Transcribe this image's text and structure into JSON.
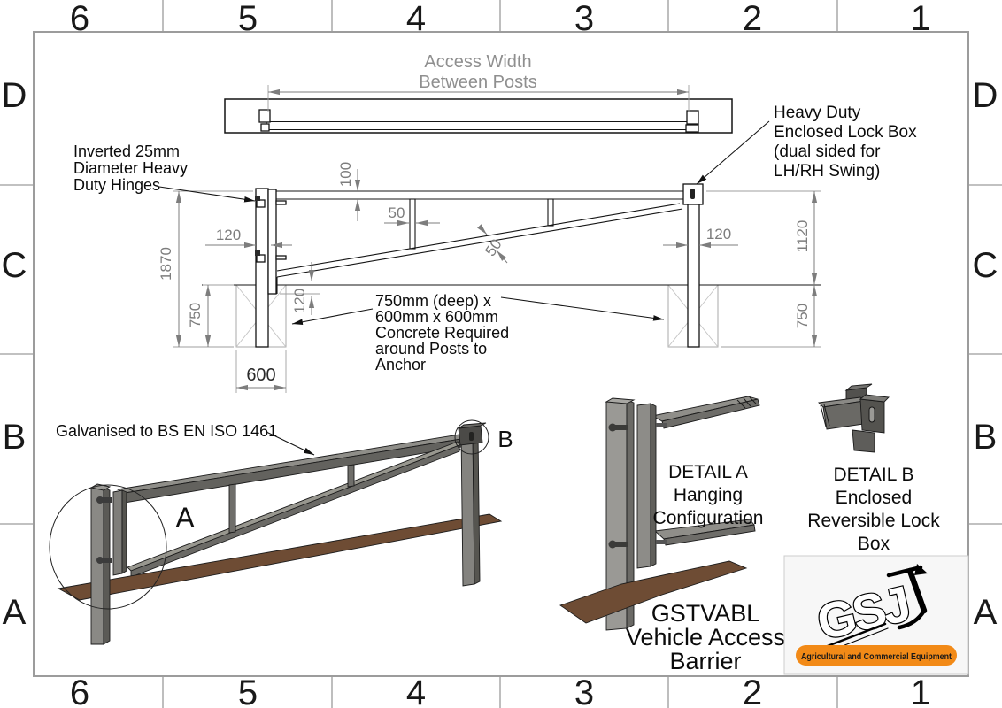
{
  "colors": {
    "accent_orange": "#F28A17",
    "ground_brown": "#6E4C34",
    "dim_gray": "#7D7D7D"
  },
  "grid": {
    "cols": [
      "6",
      "5",
      "4",
      "3",
      "2",
      "1"
    ],
    "rows": [
      "D",
      "C",
      "B",
      "A"
    ]
  },
  "plan": {
    "dim_line1": "Access Width",
    "dim_line2": "Between Posts"
  },
  "dims": {
    "rail_height": "100",
    "strut_width": "50",
    "brace_width": "50",
    "post_width_left": "120",
    "post_width_right": "120",
    "overall_height": "1870",
    "embed_depth_left": "750",
    "embed_depth_right": "750",
    "clear_height": "1120",
    "ground_gap": "120",
    "concrete_width": "600"
  },
  "notes": {
    "hinge_l1": "Inverted 25mm",
    "hinge_l2": "Diameter Heavy",
    "hinge_l3": "Duty Hinges",
    "lock_l1": "Heavy Duty",
    "lock_l2": "Enclosed Lock Box",
    "lock_l3": "(dual sided for",
    "lock_l4": "LH/RH Swing)",
    "conc_l1": "750mm (deep) x",
    "conc_l2": "600mm x 600mm",
    "conc_l3": "Concrete Required",
    "conc_l4": "around Posts to",
    "conc_l5": "Anchor",
    "galvanised": "Galvanised to BS EN ISO 1461"
  },
  "callouts": {
    "detail_a_ref": "A",
    "detail_b_ref": "B"
  },
  "detail_a": {
    "l1": "DETAIL A",
    "l2": "Hanging",
    "l3": "Configuration"
  },
  "detail_b": {
    "l1": "DETAIL B",
    "l2": "Enclosed",
    "l3": "Reversible Lock",
    "l4": "Box"
  },
  "title_block": {
    "product_code": "GSTVABL",
    "title_l2": "Vehicle Access",
    "title_l3": "Barrier"
  },
  "logo": {
    "monogram": "GSJ",
    "tagline": "Agricultural and Commercial Equipment"
  }
}
